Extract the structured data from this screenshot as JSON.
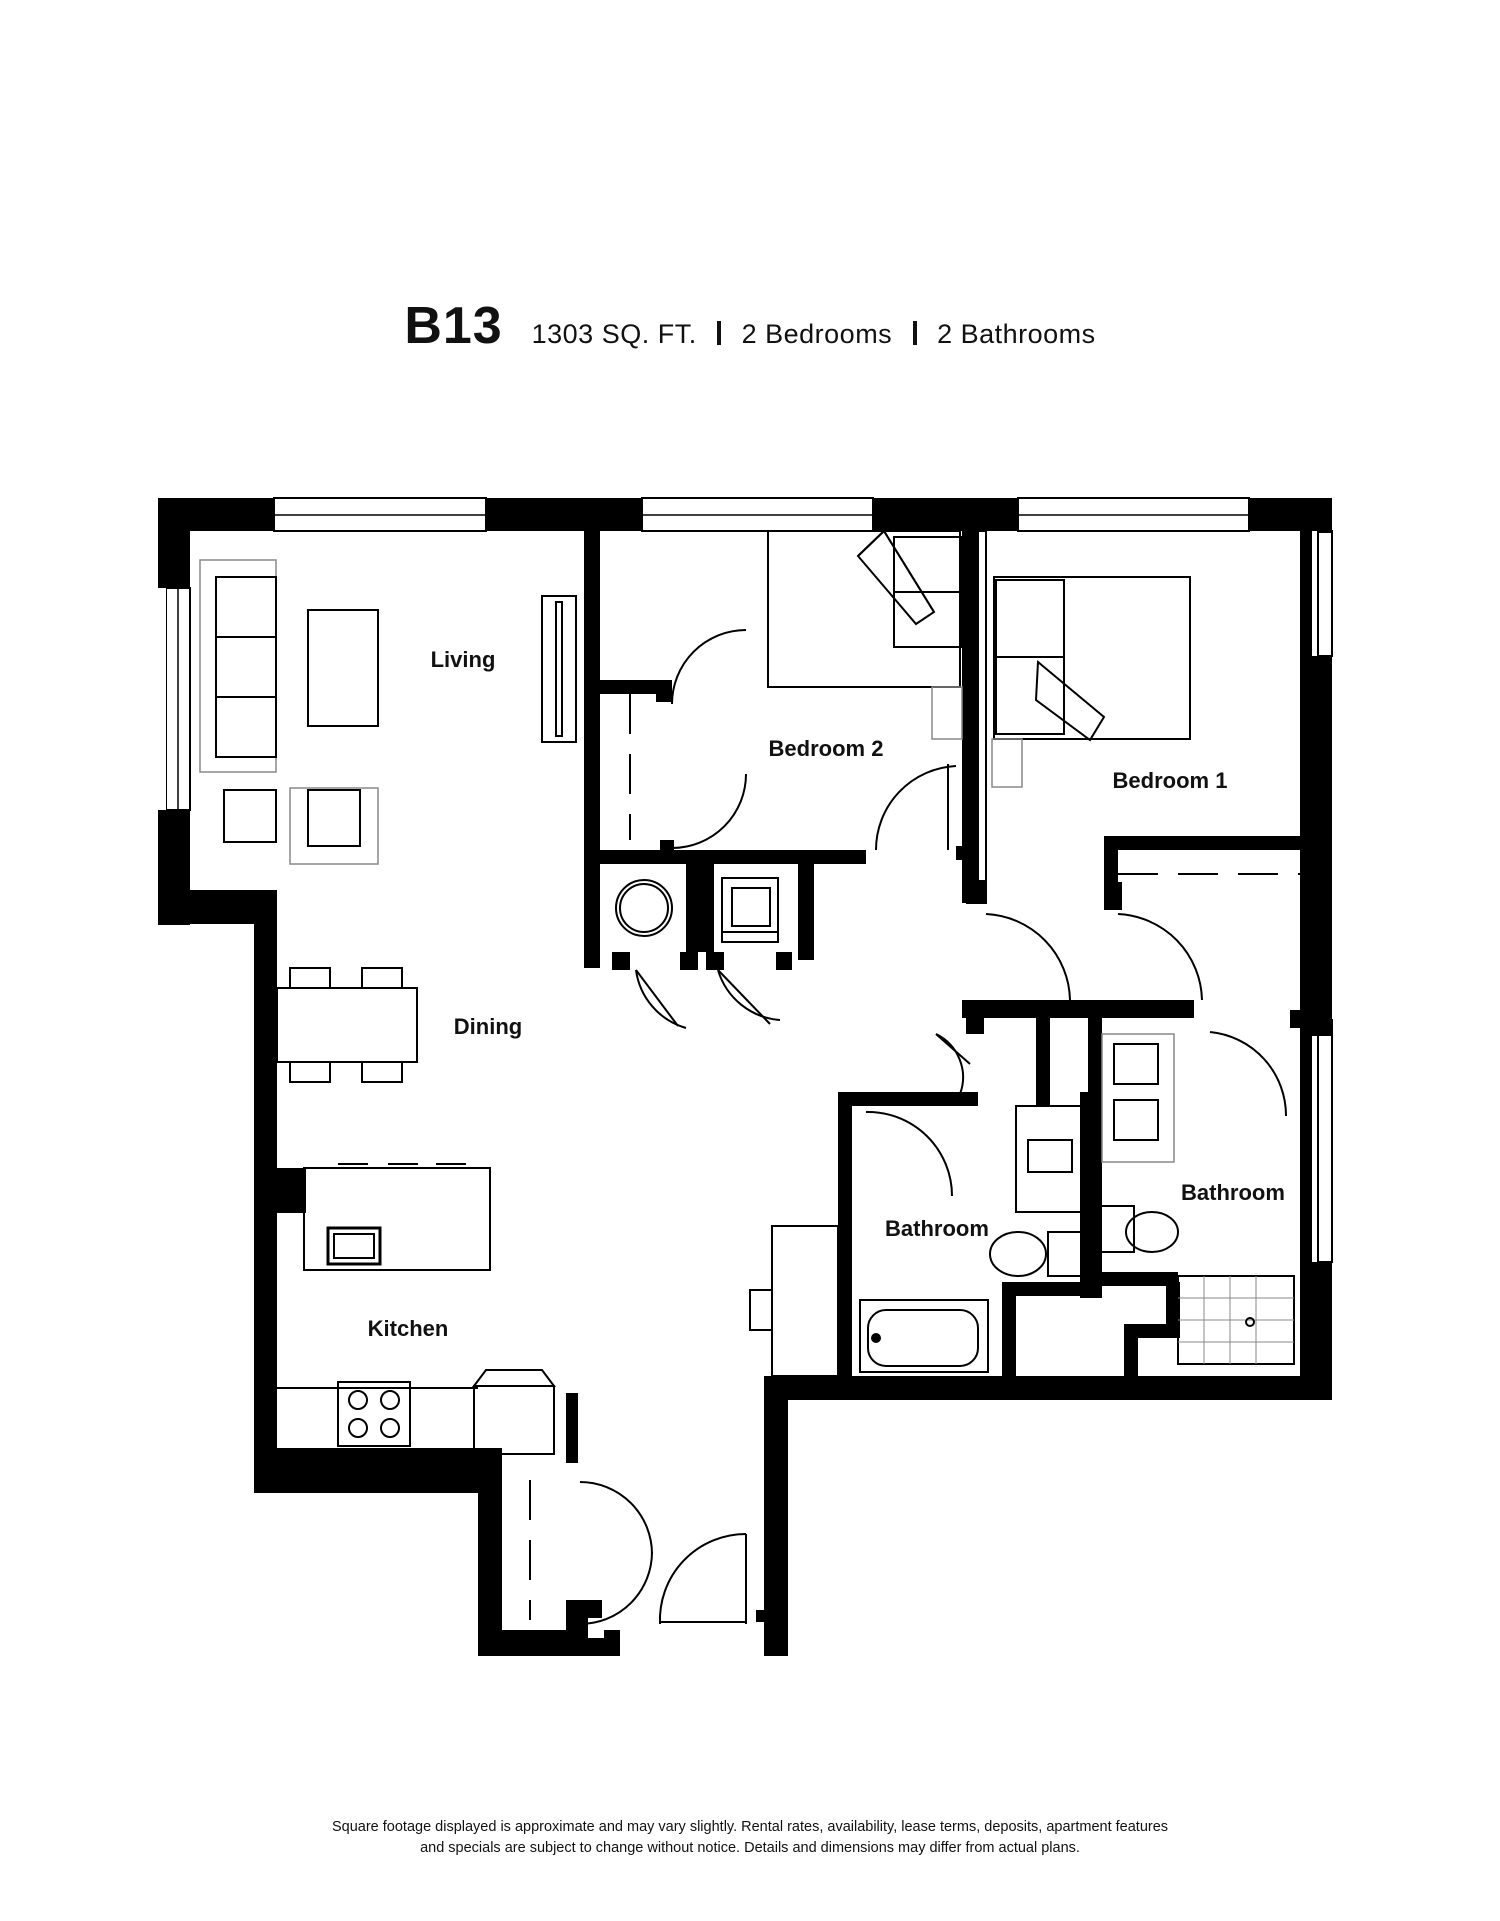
{
  "header": {
    "unit_code": "B13",
    "square_feet": "1303 SQ. FT.",
    "bedrooms": "2 Bedrooms",
    "bathrooms": "2 Bathrooms"
  },
  "rooms": {
    "living": "Living",
    "bedroom_2": "Bedroom 2",
    "bedroom_1": "Bedroom 1",
    "dining": "Dining",
    "bathroom_a": "Bathroom",
    "bathroom_b": "Bathroom",
    "kitchen": "Kitchen"
  },
  "disclaimer": {
    "line1": "Square footage displayed is approximate and may vary slightly. Rental rates, availability, lease terms, deposits, apartment features",
    "line2": "and specials are subject to change without notice. Details and dimensions may differ from actual plans."
  }
}
